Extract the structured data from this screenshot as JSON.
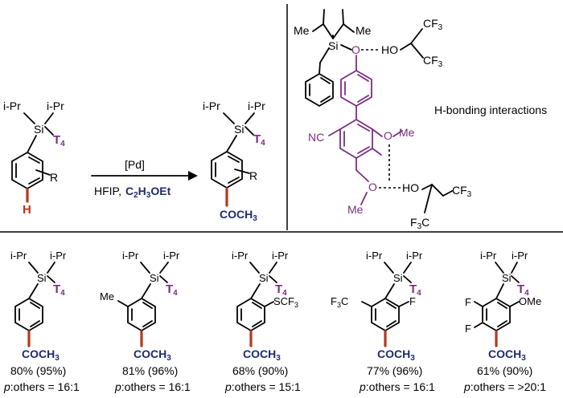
{
  "labels": {
    "ipr": "i-Pr",
    "si": "Si",
    "t4": "T",
    "t4_sub": "4",
    "r": "R",
    "h": "H",
    "me": "Me",
    "nc": "NC",
    "o": "O",
    "ho": "HO",
    "cf3": "CF",
    "f3c": "F",
    "sub3": "3",
    "f": "F",
    "ome": "OMe",
    "scf3": "SCF",
    "f3c_text": "F",
    "coch": "COCH"
  },
  "reaction": {
    "catalyst": "[Pd]",
    "solvent": "HFIP,",
    "reagent": "C",
    "reagent_sub1": "2",
    "reagent_mid": "H",
    "reagent_sub2": "3",
    "reagent_end": "OEt"
  },
  "mechanism": {
    "caption": "H-bonding interactions"
  },
  "colors": {
    "purple": "#7b2d83",
    "navy": "#1f2b6e",
    "red": "#c2311a"
  },
  "examples": [
    {
      "yield": "80% (95%)",
      "ratio_label": "p",
      "ratio_text": ":others = 16:1"
    },
    {
      "yield": "81% (96%)",
      "ratio_label": "p",
      "ratio_text": ":others = 16:1"
    },
    {
      "yield": "68% (90%)",
      "ratio_label": "p",
      "ratio_text": ":others = 15:1"
    },
    {
      "yield": "77% (96%)",
      "ratio_label": "p",
      "ratio_text": ":others = 16:1"
    },
    {
      "yield": "61% (90%)",
      "ratio_label": "p",
      "ratio_text": ":others = >20:1"
    }
  ]
}
